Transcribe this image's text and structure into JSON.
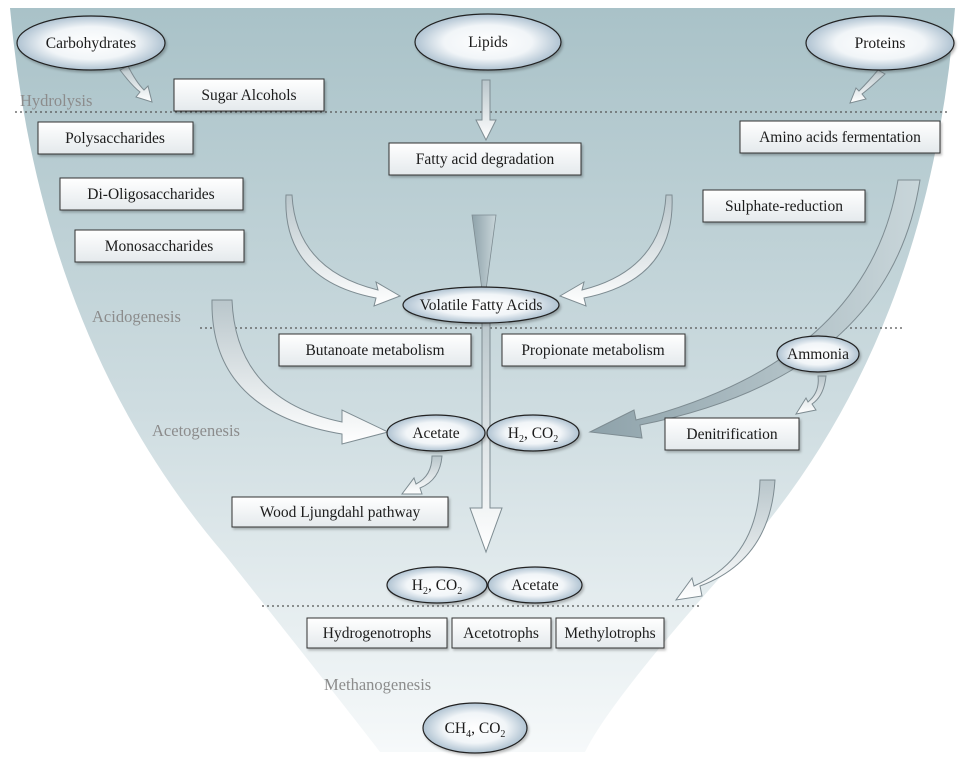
{
  "stages": {
    "hydrolysis": "Hydrolysis",
    "acidogenesis": "Acidogenesis",
    "acetogenesis": "Acetogenesis",
    "methanogenesis": "Methanogenesis"
  },
  "substrates": {
    "carbohydrates": "Carbohydrates",
    "lipids": "Lipids",
    "proteins": "Proteins"
  },
  "boxes": {
    "sugar_alcohols": "Sugar Alcohols",
    "polysaccharides": "Polysaccharides",
    "di_oligosaccharides": "Di-Oligosaccharides",
    "monosaccharides": "Monosaccharides",
    "fatty_acid_degradation": "Fatty acid degradation",
    "amino_acids_fermentation": "Amino acids fermentation",
    "sulphate_reduction": "Sulphate-reduction",
    "butanoate_metabolism": "Butanoate metabolism",
    "propionate_metabolism": "Propionate metabolism",
    "denitrification": "Denitrification",
    "wood_ljungdahl": "Wood Ljungdahl pathway",
    "hydrogenotrophs": "Hydrogenotrophs",
    "acetotrophs": "Acetotrophs",
    "methylotrophs": "Methylotrophs"
  },
  "intermediates": {
    "vfa": "Volatile Fatty Acids",
    "ammonia": "Ammonia",
    "acetate": "Acetate",
    "h2": "H",
    "h2_sub": "2",
    "co2": "CO",
    "co2_sub": "2",
    "sep": ", ",
    "acetate_lower": "Acetate",
    "ch4": "CH",
    "ch4_sub": "4"
  },
  "colors": {
    "funnel_top": "#a9c2c8",
    "funnel_bottom": "#f4f8f9",
    "box_fill": "#ffffff",
    "stroke": "#3a3a3a",
    "ellipse_dark": "#a7bccd",
    "stage_text": "#8c8c8c"
  }
}
